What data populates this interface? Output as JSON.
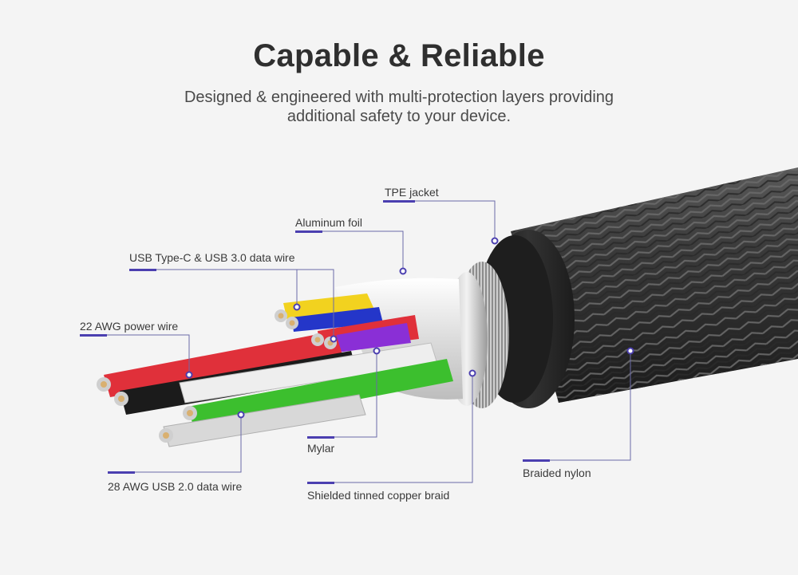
{
  "header": {
    "title": "Capable & Reliable",
    "subtitle_line1": "Designed & engineered with multi-protection layers providing",
    "subtitle_line2": "additional safety to your device."
  },
  "labels": {
    "tpe_jacket": "TPE jacket",
    "aluminum_foil": "Aluminum foil",
    "usb_c_wire": "USB Type-C & USB 3.0 data wire",
    "power_wire": "22 AWG power wire",
    "mylar": "Mylar",
    "usb2_wire": "28 AWG USB 2.0 data wire",
    "copper_braid": "Shielded tinned copper braid",
    "braided_nylon": "Braided nylon"
  },
  "colors": {
    "accent": "#4b3fb0",
    "wire_red": "#e0303a",
    "wire_green": "#3cbf2e",
    "wire_purple": "#8a2fd6",
    "wire_yellow": "#f2d21f",
    "wire_blue": "#2436c9",
    "copper": "#d9b070"
  }
}
